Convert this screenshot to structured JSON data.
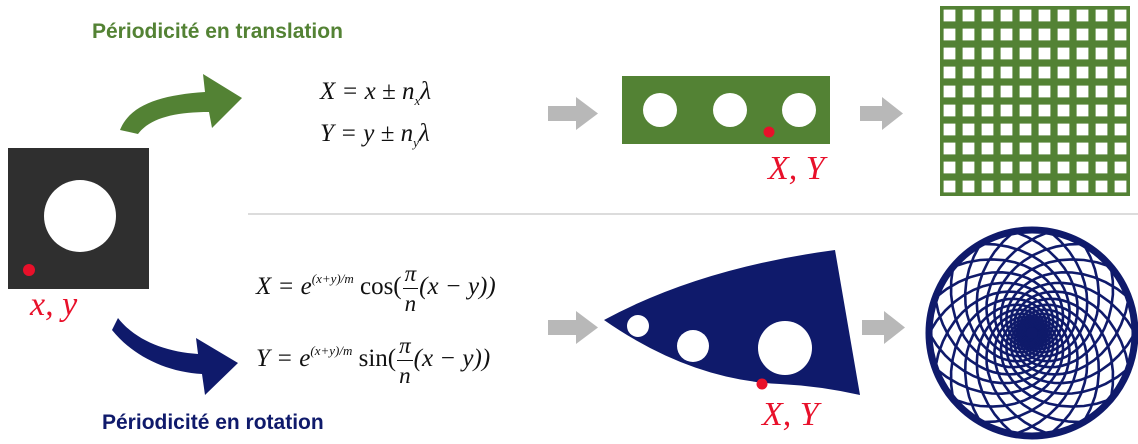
{
  "title_top": "Périodicité en translation",
  "title_bottom": "Périodicité en rotation",
  "label_source": "x, y",
  "label_target": "X, Y",
  "translation_equations": {
    "X": "X = x ± n",
    "X_sub": "x",
    "X_end": "λ",
    "Y": "Y = y ± n",
    "Y_sub": "y",
    "Y_end": "λ"
  },
  "rotation_equations": {
    "X_lhs": "X = e",
    "X_exp": "(x+y)/m",
    "X_fn": " cos(",
    "X_tail": "(x − y))",
    "Y_lhs": "Y = e",
    "Y_exp": "(x+y)/m",
    "Y_fn": " sin(",
    "Y_tail": "(x − y))",
    "frac_num": "π",
    "frac_den": "n"
  },
  "colors": {
    "green": "#538234",
    "green_dark": "#3f6427",
    "navy": "#0f1a6b",
    "dark_square": "#2f2f2f",
    "red": "#e8102a",
    "gray_arrow": "#b8b8b8",
    "divider": "#d0d0d0"
  },
  "grid_cells": 10,
  "spiral_arms": 18
}
